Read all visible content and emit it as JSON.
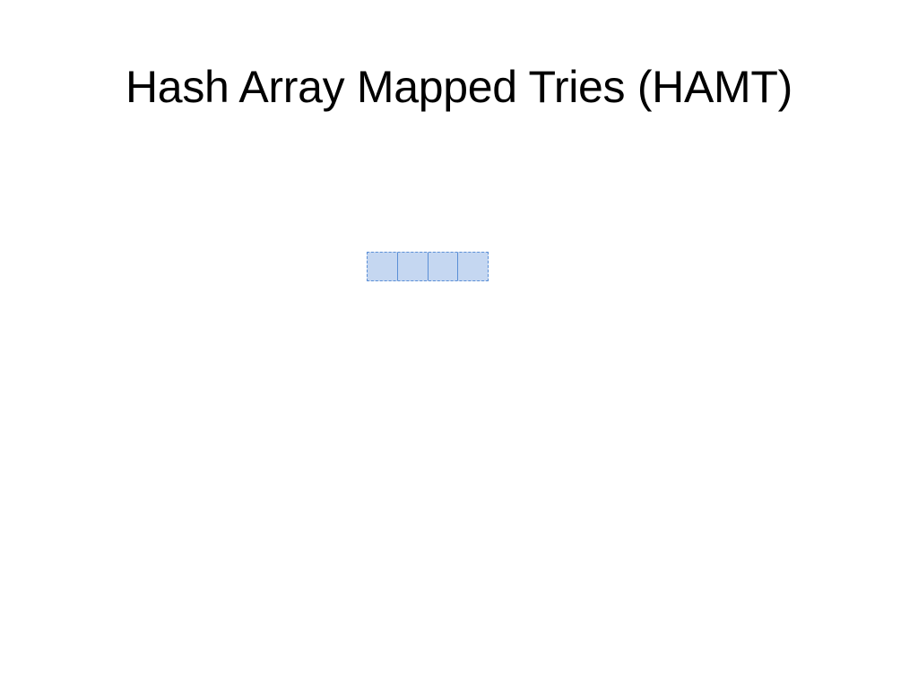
{
  "slide": {
    "title": "Hash Array Mapped Tries (HAMT)"
  },
  "diagram": {
    "root_node": {
      "slot_count": 4,
      "fill_color": "#c5d7f1",
      "border_color": "#5b8fd6",
      "border_style": "dashed"
    }
  }
}
